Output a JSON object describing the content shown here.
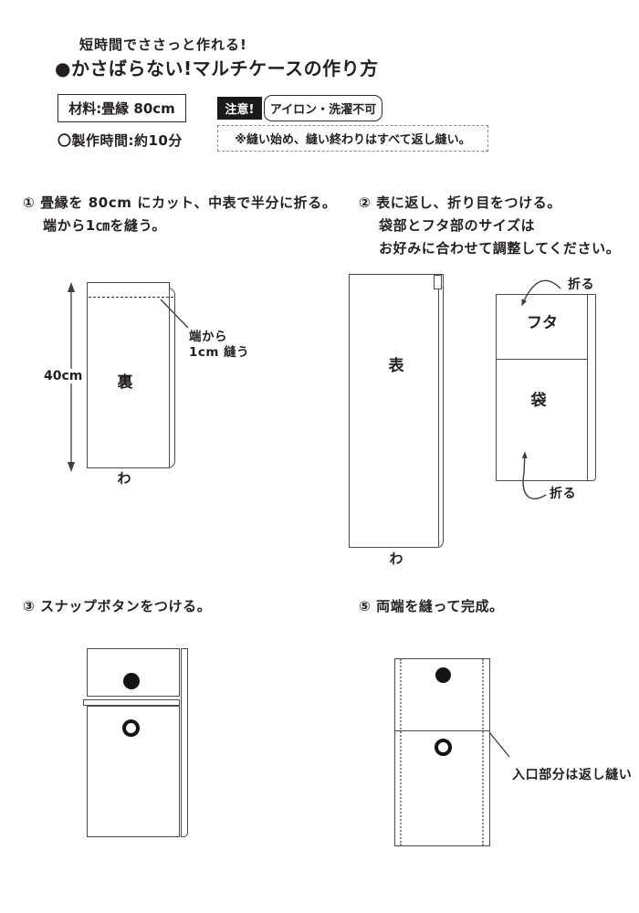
{
  "document": {
    "subtitle": "短時間でささっと作れる!",
    "title": "●かさばらない!マルチケースの作り方",
    "materials": "材料:畳縁 80cm",
    "caution_badge": "注意!",
    "caution_note": "アイロン・洗濯不可",
    "production_time": "〇製作時間:約10分",
    "sewing_note": "※縫い始め、縫い終わりはすべて返し縫い。"
  },
  "steps": [
    {
      "lines": [
        "① 畳縁を 80cm にカット、中表で半分に折る。",
        "端から1㎝を縫う。"
      ]
    },
    {
      "lines": [
        "② 表に返し、折り目をつける。",
        "袋部とフタ部のサイズは",
        "お好みに合わせて調整してください。"
      ]
    },
    {
      "lines": [
        "③ スナップボタンをつける。"
      ]
    },
    {
      "lines": [
        "⑤ 両端を縫って完成。"
      ]
    }
  ],
  "diagram1": {
    "height_dim": "40cm",
    "side_label": "裏",
    "fold_edge_label": "わ",
    "seam_note_line1": "端から",
    "seam_note_line2": "1cm 縫う"
  },
  "diagram2_front": {
    "side_label": "表",
    "fold_edge_label": "わ"
  },
  "diagram2_folded": {
    "flap_label": "フタ",
    "pocket_label": "袋",
    "fold_note_top": "折る",
    "fold_note_bottom": "折る"
  },
  "diagram5": {
    "entrance_note": "入口部分は返し縫い"
  },
  "colors": {
    "text": "#231f1f",
    "diagram_line": "#4a4a4a",
    "badge_bg": "#1a1a1a",
    "badge_text": "#ffffff",
    "snap": "#141414"
  }
}
